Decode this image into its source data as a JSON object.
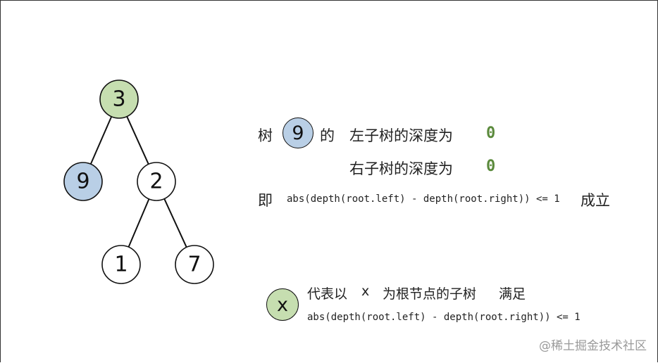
{
  "colors": {
    "green_fill": "#c6deb0",
    "blue_fill": "#b9cfe6",
    "white_fill": "#ffffff",
    "zero_color": "#5b8a3c"
  },
  "tree": {
    "nodes": [
      {
        "id": "n3",
        "label": "3",
        "fill": "green"
      },
      {
        "id": "n9",
        "label": "9",
        "fill": "blue"
      },
      {
        "id": "n2",
        "label": "2",
        "fill": "white"
      },
      {
        "id": "n1",
        "label": "1",
        "fill": "white"
      },
      {
        "id": "n7",
        "label": "7",
        "fill": "white"
      }
    ],
    "edges": [
      [
        "n3",
        "n9"
      ],
      [
        "n3",
        "n2"
      ],
      [
        "n2",
        "n1"
      ],
      [
        "n2",
        "n7"
      ]
    ]
  },
  "explain": {
    "tree_prefix": "树",
    "node_badge": "9",
    "of": "的",
    "left_depth_label": "左子树的深度为",
    "left_depth_value": "0",
    "right_depth_label": "右子树的深度为",
    "right_depth_value": "0",
    "ji": "即",
    "formula": "abs(depth(root.left) - depth(root.right)) <= 1",
    "holds": "成立"
  },
  "legend": {
    "badge": "x",
    "desc_prefix": "代表以",
    "desc_var": "x",
    "desc_suffix": "为根节点的子树",
    "desc_end": "满足",
    "formula": "abs(depth(root.left) - depth(root.right)) <= 1"
  },
  "watermark": "@稀土掘金技术社区"
}
